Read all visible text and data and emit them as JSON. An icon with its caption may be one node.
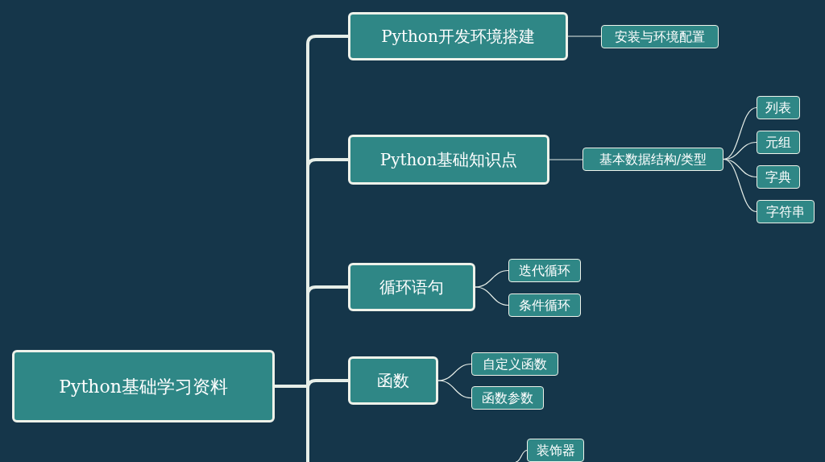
{
  "diagram": {
    "nodes": [
      {
        "text": [
          "Python基础学习资料"
        ]
      },
      {
        "text": [
          "Python开发环境搭建"
        ]
      },
      {
        "text": [
          "安装与环境配置"
        ]
      },
      {
        "text": [
          "Python基础知识点"
        ]
      },
      {
        "text": [
          "基本数据结构/类型"
        ]
      },
      {
        "text": [
          "列表"
        ]
      },
      {
        "text": [
          "元组"
        ]
      },
      {
        "text": [
          "字典"
        ]
      },
      {
        "text": [
          "字符串"
        ]
      },
      {
        "text": [
          "循环语句"
        ]
      },
      {
        "text": [
          "迭代循环"
        ]
      },
      {
        "text": [
          "条件循环"
        ]
      },
      {
        "text": [
          "函数"
        ]
      },
      {
        "text": [
          "自定义函数"
        ]
      },
      {
        "text": [
          "函数参数"
        ]
      },
      {
        "text": [
          "装饰器"
        ]
      }
    ],
    "edges": [
      {
        "from": 0,
        "to": 1,
        "arrow": "none",
        "style": "thick"
      },
      {
        "from": 1,
        "to": 2,
        "arrow": "none"
      },
      {
        "from": 0,
        "to": 3,
        "arrow": "none",
        "style": "thick"
      },
      {
        "from": 3,
        "to": 4,
        "arrow": "none"
      },
      {
        "from": 4,
        "to": 5,
        "arrow": "none"
      },
      {
        "from": 4,
        "to": 6,
        "arrow": "none"
      },
      {
        "from": 4,
        "to": 7,
        "arrow": "none"
      },
      {
        "from": 4,
        "to": 8,
        "arrow": "none"
      },
      {
        "from": 0,
        "to": 9,
        "arrow": "none",
        "style": "thick"
      },
      {
        "from": 9,
        "to": 10,
        "arrow": "none"
      },
      {
        "from": 9,
        "to": 11,
        "arrow": "none"
      },
      {
        "from": 0,
        "to": 12,
        "arrow": "none",
        "style": "thick"
      },
      {
        "from": 12,
        "to": 13,
        "arrow": "none"
      },
      {
        "from": 12,
        "to": 14,
        "arrow": "none"
      },
      {
        "from": 0,
        "to": null,
        "arrow": "none",
        "style": "thick"
      },
      {
        "from": null,
        "to": 15,
        "arrow": "none"
      }
    ]
  }
}
